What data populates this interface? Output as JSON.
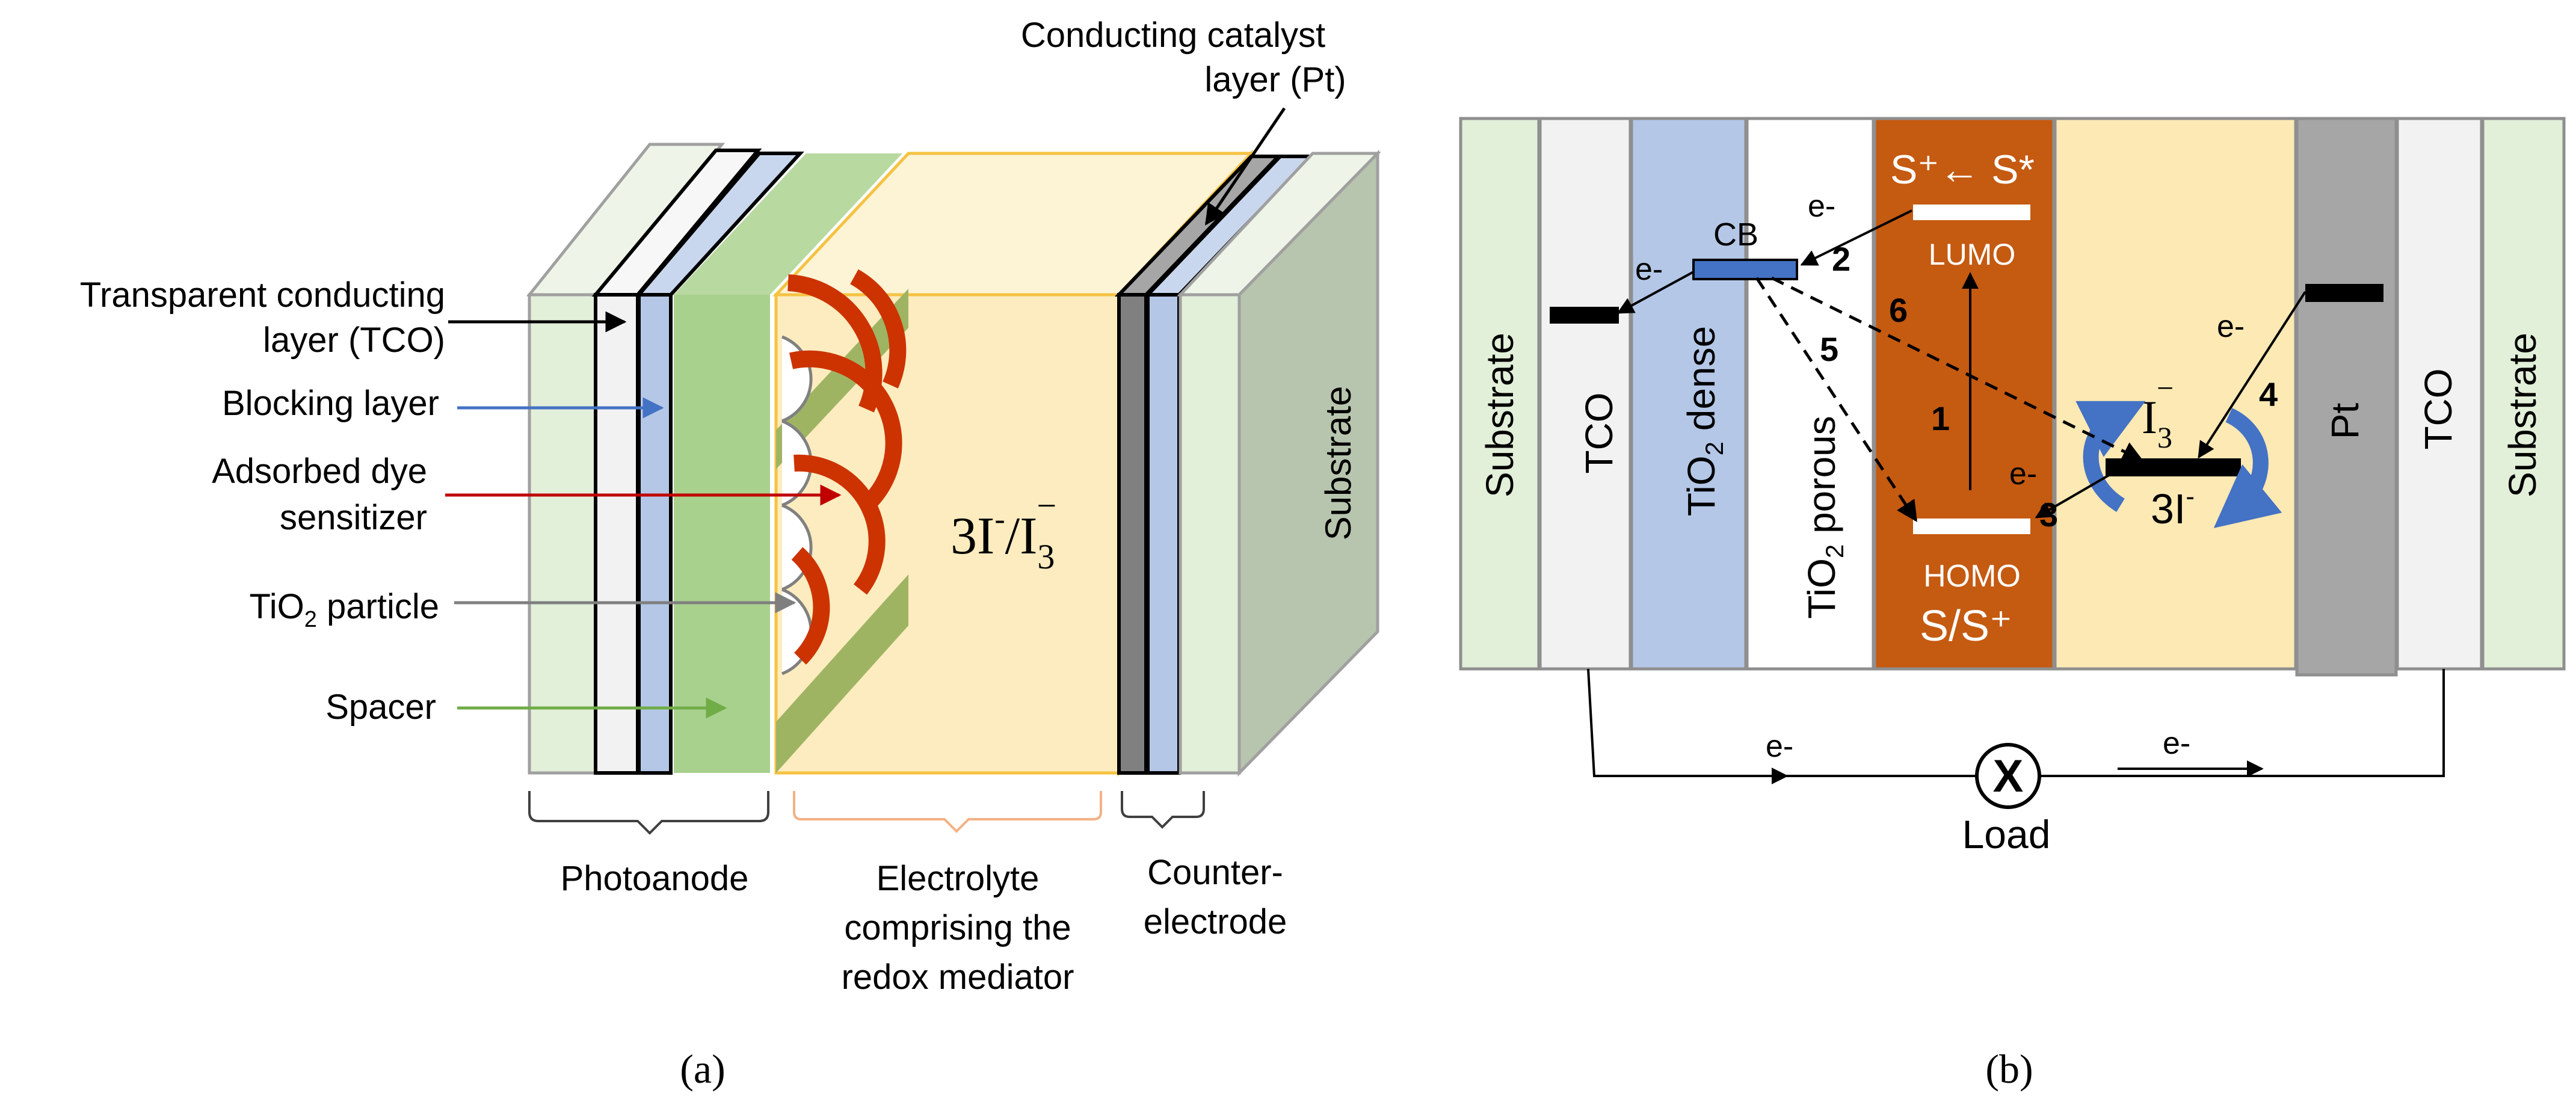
{
  "panel_a": {
    "caption": "(a)",
    "labels": {
      "catalyst_line1": "Conducting catalyst",
      "catalyst_line2": "layer (Pt)",
      "tco_line1": "Transparent conducting",
      "tco_line2": "layer (TCO)",
      "blocking": "Blocking layer",
      "dye_line1": "Adsorbed dye",
      "dye_line2": "sensitizer",
      "tio2_main": "TiO",
      "tio2_sub": "2",
      "tio2_rest": " particle",
      "spacer": "Spacer",
      "substrate": "Substrate",
      "redox_main": "3I",
      "redox_sup": "-",
      "redox_slash": "/I",
      "redox_sub": "3",
      "redox_sup2": "−",
      "photoanode": "Photoanode",
      "electrolyte_line1": "Electrolyte",
      "electrolyte_line2": "comprising the",
      "electrolyte_line3": "redox mediator",
      "counter_line1": "Counter-",
      "counter_line2": "electrode"
    }
  },
  "panel_b": {
    "caption": "(b)",
    "layers": {
      "substrate_left": "Substrate",
      "tco_left": "TCO",
      "tio2_dense_main": "TiO",
      "tio2_dense_sub": "2",
      "tio2_dense_rest": " dense",
      "tio2_porous_main": "TiO",
      "tio2_porous_sub": "2",
      "tio2_porous_rest": " porous",
      "pt": "Pt",
      "tco_right": "TCO",
      "substrate_right": "Substrate"
    },
    "levels": {
      "cb": "CB",
      "lumo": "LUMO",
      "homo": "HOMO",
      "s_plus_s_star": "S⁺← S*",
      "s_s_plus": "S/S⁺",
      "iodide": "3I",
      "iodide_sup": "-",
      "triiodide_main": "I",
      "triiodide_sub": "3",
      "triiodide_sup": "−"
    },
    "steps": [
      "1",
      "2",
      "3",
      "4",
      "5",
      "6"
    ],
    "electron": "e-",
    "load": "Load",
    "load_symbol": "X"
  },
  "colors": {
    "substrate": "#e2efd9",
    "tco": "#f2f2f2",
    "blocking": "#b4c7e7",
    "dye_layer": "#a9d18e",
    "electrolyte": "#fde9b4",
    "dye": "#cc3300",
    "spacer": "#9fb463",
    "pt": "#a6a6a6",
    "homo_lumo_box": "#c55a11",
    "arrow_blue": "#4472c4",
    "label_arrow_blue": "#4472c4",
    "label_arrow_red": "#c00000",
    "label_arrow_gray": "#7f7f7f",
    "label_arrow_green": "#70ad47",
    "bracket_orange": "#f4b183"
  }
}
